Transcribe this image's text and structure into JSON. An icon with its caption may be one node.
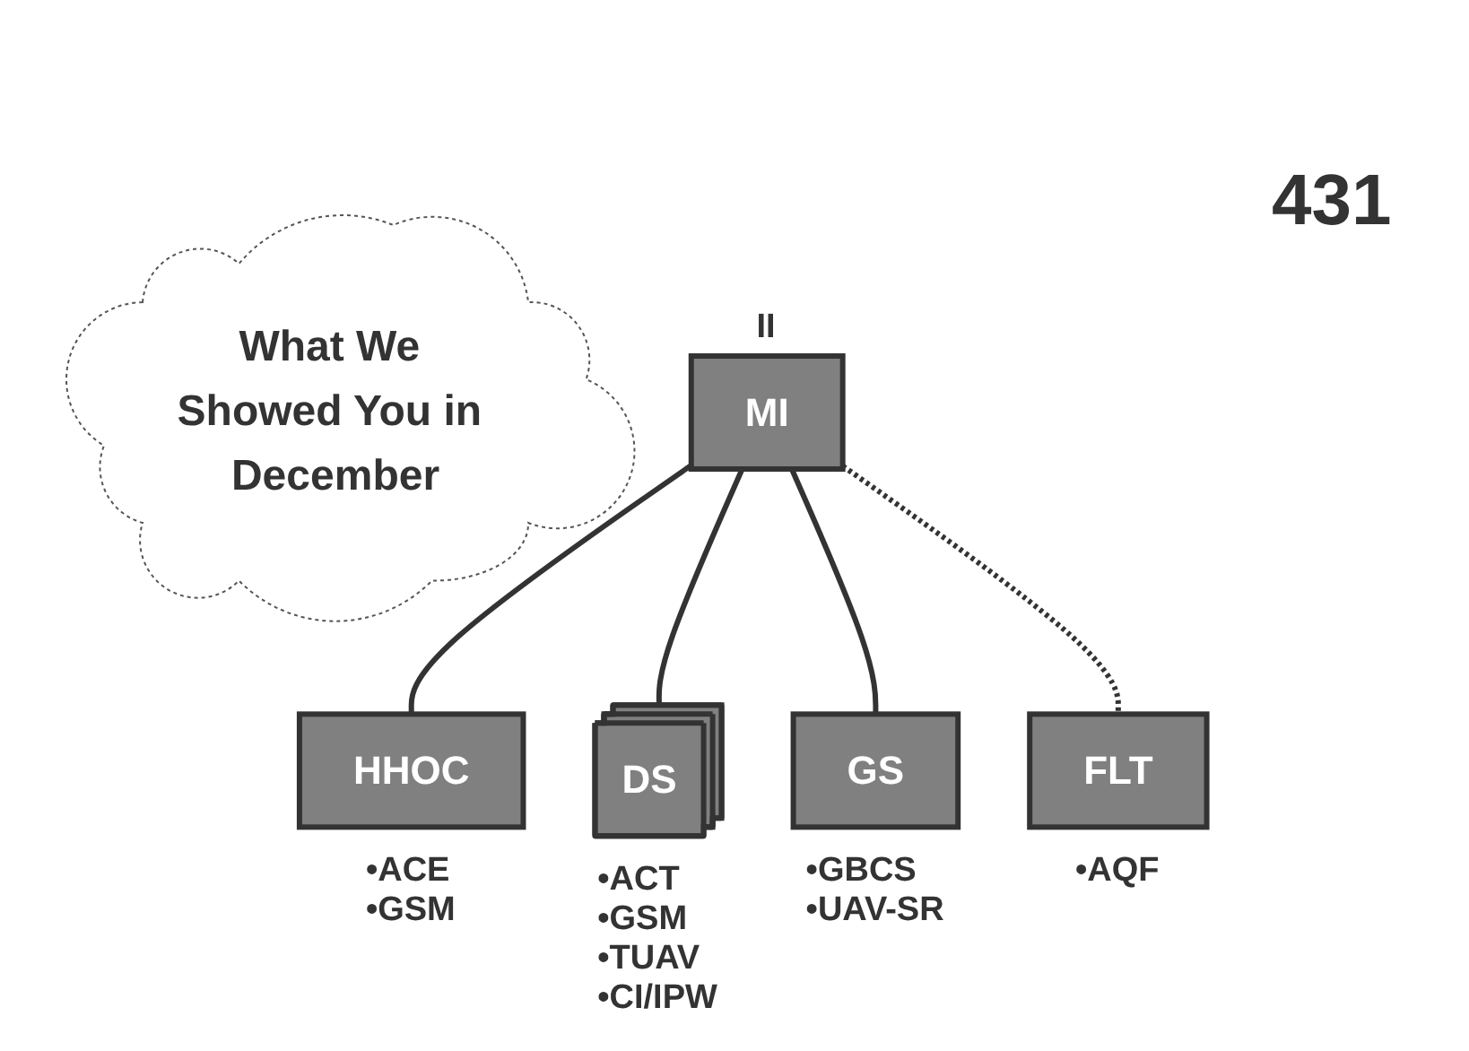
{
  "diagram": {
    "nodes": [
      {
        "text": [
          "What We Showed You in December"
        ]
      },
      {
        "text": [
          "MI"
        ],
        "beside": [
          "II"
        ]
      },
      {
        "text": [
          "HHOC"
        ],
        "beside": [
          "•ACE",
          "•GSM"
        ]
      },
      {
        "text": [
          "DS"
        ],
        "beside": [
          "•ACT",
          "•GSM",
          "•TUAV",
          "•CI/IPW"
        ]
      },
      {
        "text": [
          "GS"
        ],
        "beside": [
          "•GBCS",
          "•UAV-SR"
        ]
      },
      {
        "text": [
          "FLT"
        ],
        "beside": [
          "•AQF"
        ]
      }
    ],
    "edges": [
      {
        "from": 1,
        "to": 2,
        "arrow": "none"
      },
      {
        "from": 1,
        "to": 3,
        "arrow": "none"
      },
      {
        "from": 1,
        "to": 4,
        "arrow": "none"
      },
      {
        "from": 1,
        "to": 5,
        "arrow": "none",
        "style": "dashed"
      }
    ],
    "labels": [
      "431"
    ]
  }
}
